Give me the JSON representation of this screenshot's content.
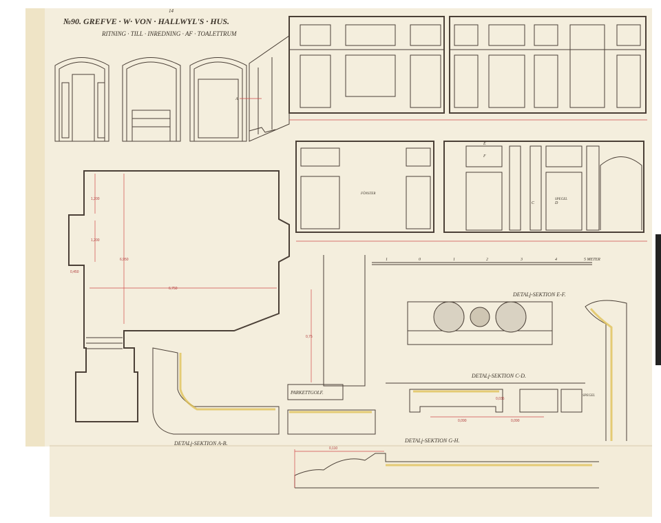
{
  "sheet": {
    "title": "№90. GREFVE · W· VON · HALLWYL'S · HUS.",
    "subtitle": "RITNING · TILL · INREDNING · AF · TOALETTRUM",
    "corner_note": "14",
    "colors": {
      "paper": "#f4eedd",
      "ink": "#4a3f36",
      "dimension": "#d04848",
      "section_fill": "#e8d28a"
    }
  },
  "elevation_labels": {
    "section_a": "A",
    "window": "FÖNSTER",
    "mirror": "SPEGEL",
    "marker_c": "C",
    "marker_d": "D",
    "marker_e": "E",
    "marker_f": "F"
  },
  "scale_bar": {
    "ticks": [
      "1",
      "0",
      "1",
      "2",
      "3",
      "4"
    ],
    "unit": "5 METER"
  },
  "details": {
    "ef": "DETALj-SEKTION E-F.",
    "cd": "DETALj-SEKTION C-D.",
    "ab": "DETALj-SEKTION A-B.",
    "gh": "DETALj-SEKTION G-H.",
    "parquet": "PARKETTGOLF.",
    "mirror_small": "SPEGEL",
    "dim_cd_1": "0,035",
    "dim_cd_2": "0,090",
    "dim_cd_3": "0,090",
    "dim_gh": "0,110",
    "dim_ab": "0,75"
  },
  "plan": {
    "dim_width": "6,750",
    "dim_depth": "6,950",
    "dim_bay_1": "1,200",
    "dim_bay_2": "1,200",
    "dim_small": "0,450"
  }
}
